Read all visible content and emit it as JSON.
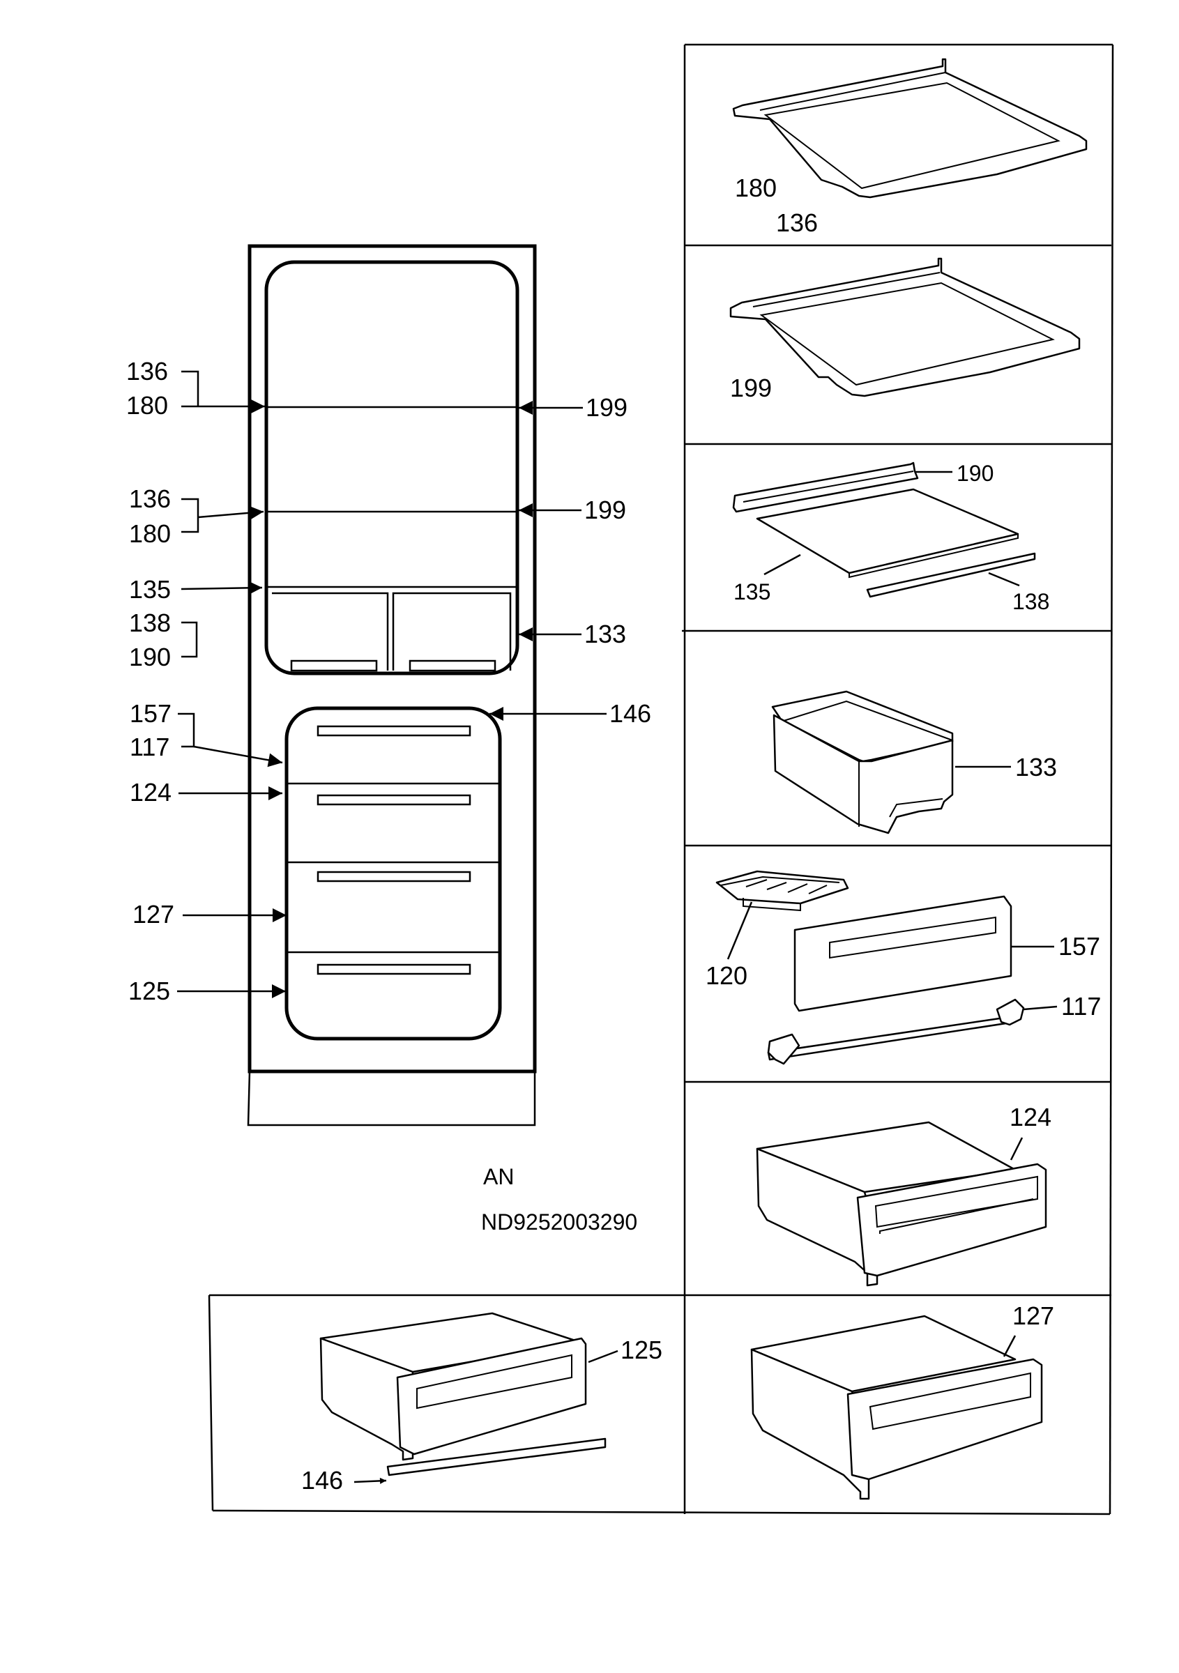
{
  "diagram": {
    "main_labels_left": {
      "shelf1_a": "136",
      "shelf1_b": "180",
      "shelf2_a": "136",
      "shelf2_b": "180",
      "crisper_a": "135",
      "crisper_b": "138",
      "crisper_c": "190",
      "flap_a": "157",
      "flap_b": "117",
      "drawer1": "124",
      "drawer2": "127",
      "drawer3": "125"
    },
    "main_labels_right": {
      "shelf1": "199",
      "shelf2": "199",
      "bin": "133",
      "cover": "146"
    },
    "code_an": "AN",
    "code_nd": "ND9252003290",
    "panels": {
      "p1": {
        "a": "180",
        "b": "136"
      },
      "p2": {
        "a": "199"
      },
      "p3": {
        "a": "190",
        "b": "135",
        "c": "138"
      },
      "p4": {
        "a": "133"
      },
      "p5": {
        "a": "157",
        "b": "120",
        "c": "117"
      },
      "p6": {
        "a": "124"
      },
      "p7": {
        "a": "125",
        "b": "146"
      },
      "p8": {
        "a": "127"
      }
    }
  }
}
